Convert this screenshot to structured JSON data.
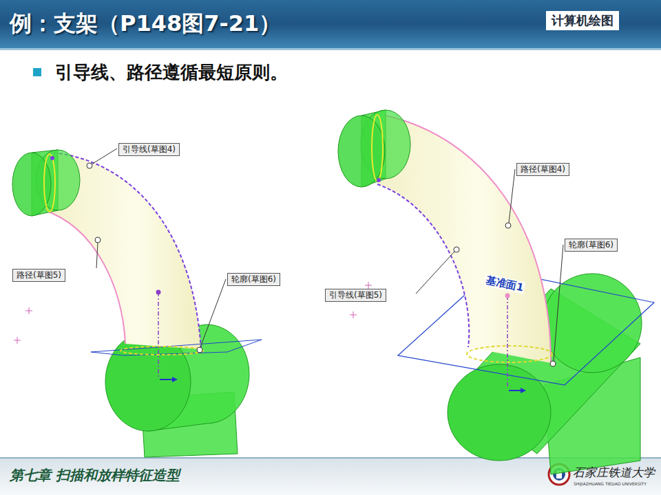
{
  "diagram": {
    "title": "例：支架（P148图7-21）",
    "nodes": [
      {
        "text": [
          "引导线(草图4)"
        ]
      },
      {
        "text": [
          "路径(草图5)"
        ]
      },
      {
        "text": [
          "轮廓(草图6)"
        ]
      },
      {
        "text": [
          "路径(草图4)"
        ]
      },
      {
        "text": [
          "轮廓(草图6)"
        ]
      },
      {
        "text": [
          "引导线(草图5)"
        ]
      }
    ],
    "labels": [
      "计算机绘图",
      "引导线、路径遵循最短原则。",
      "基准面1",
      "第七章 扫描和放样特征造型",
      "石家庄铁道大学",
      "SHIJIAZHUANG TIEDAO UNIVERSITY"
    ]
  }
}
